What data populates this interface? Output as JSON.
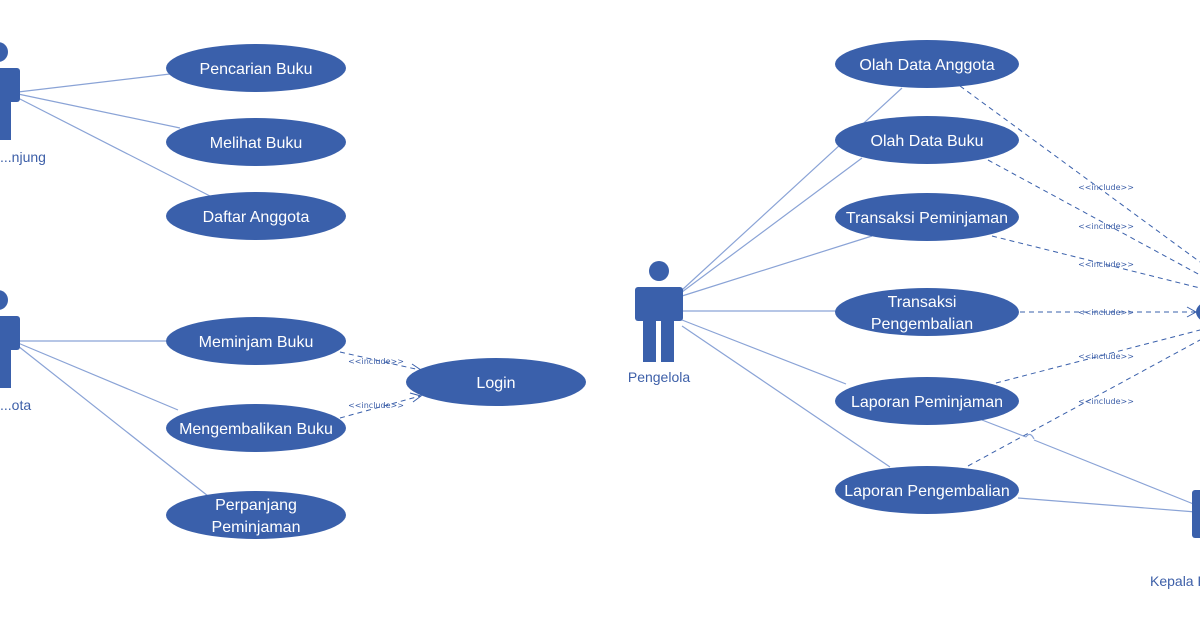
{
  "colors": {
    "usecase_fill": "#3a60ab",
    "usecase_text": "#ffffff",
    "actor_fill": "#3a60ab",
    "line": "#8aa3d6",
    "label": "#3d5fa8"
  },
  "actors": {
    "pengunjung": "...njung",
    "anggota": "...ota",
    "pengelola": "Pengelola",
    "kepala": "Kepala P..."
  },
  "usecases": {
    "pencarian_buku": [
      "Pencarian Buku"
    ],
    "melihat_buku": [
      "Melihat Buku"
    ],
    "daftar_anggota": [
      "Daftar Anggota"
    ],
    "meminjam_buku": [
      "Meminjam Buku"
    ],
    "mengembalikan_buku": [
      "Mengembalikan Buku"
    ],
    "perpanjang_peminjaman": [
      "Perpanjang",
      "Peminjaman"
    ],
    "login": [
      "Login"
    ],
    "olah_data_anggota": [
      "Olah Data Anggota"
    ],
    "olah_data_buku": [
      "Olah Data Buku"
    ],
    "transaksi_peminjaman": [
      "Transaksi Peminjaman"
    ],
    "transaksi_pengembalian": [
      "Transaksi",
      "Pengembalian"
    ],
    "laporan_peminjaman": [
      "Laporan Peminjaman"
    ],
    "laporan_pengembalian": [
      "Laporan Pengembalian"
    ]
  },
  "include_label": "<<include>>"
}
